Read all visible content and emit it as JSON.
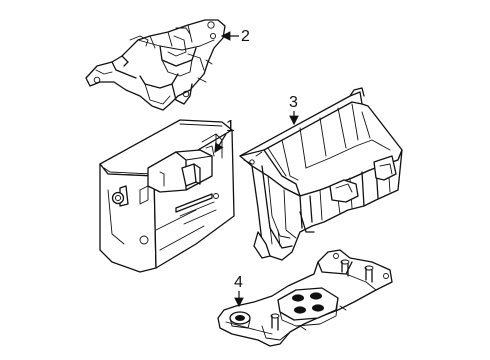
{
  "diagram": {
    "callouts": [
      {
        "id": "1",
        "label": "1",
        "part": "module"
      },
      {
        "id": "2",
        "label": "2",
        "part": "bracket"
      },
      {
        "id": "3",
        "label": "3",
        "part": "tray"
      },
      {
        "id": "4",
        "label": "4",
        "part": "mount-plate"
      }
    ]
  }
}
